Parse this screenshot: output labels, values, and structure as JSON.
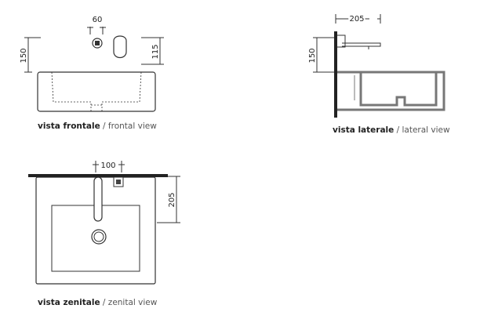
{
  "frontal": {
    "caption_bold": "vista frontale",
    "caption_rest": " / frontal view",
    "dim_spacing": "60",
    "dim_height": "150",
    "dim_spout": "115"
  },
  "lateral": {
    "caption_bold": "vista laterale",
    "caption_rest": " / lateral view",
    "dim_projection": "205",
    "dim_height": "150"
  },
  "top": {
    "caption_bold": "vista zenitale",
    "caption_rest": " / zenital view",
    "dim_spacing": "100",
    "dim_projection": "205"
  }
}
